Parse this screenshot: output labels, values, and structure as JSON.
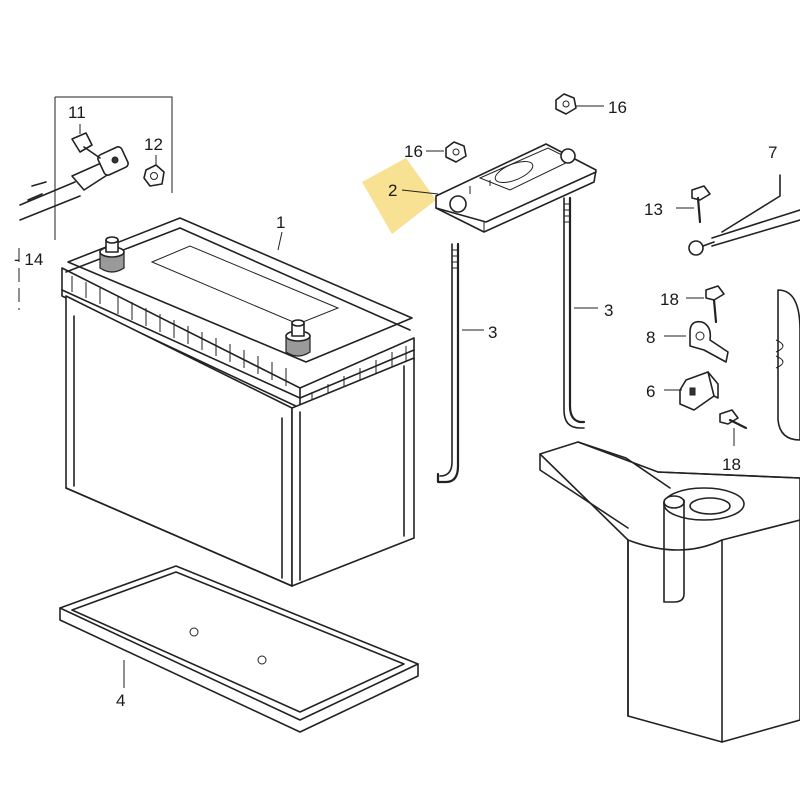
{
  "parts": {
    "battery": "1",
    "hold_down_plate": "2",
    "rod_left": "3",
    "rod_right": "3",
    "tray": "4",
    "bracket_6": "6",
    "part_7": "7",
    "clamp_8": "8",
    "bolt_11": "11",
    "nut_12": "12",
    "bolt_13": "13",
    "cable_14": "- 14",
    "nut_16_top": "16",
    "nut_16_plate": "16",
    "bolt_18_upper": "18",
    "bolt_18_lower": "18"
  },
  "colors": {
    "highlight": "#f5d76e",
    "line": "#222222"
  }
}
